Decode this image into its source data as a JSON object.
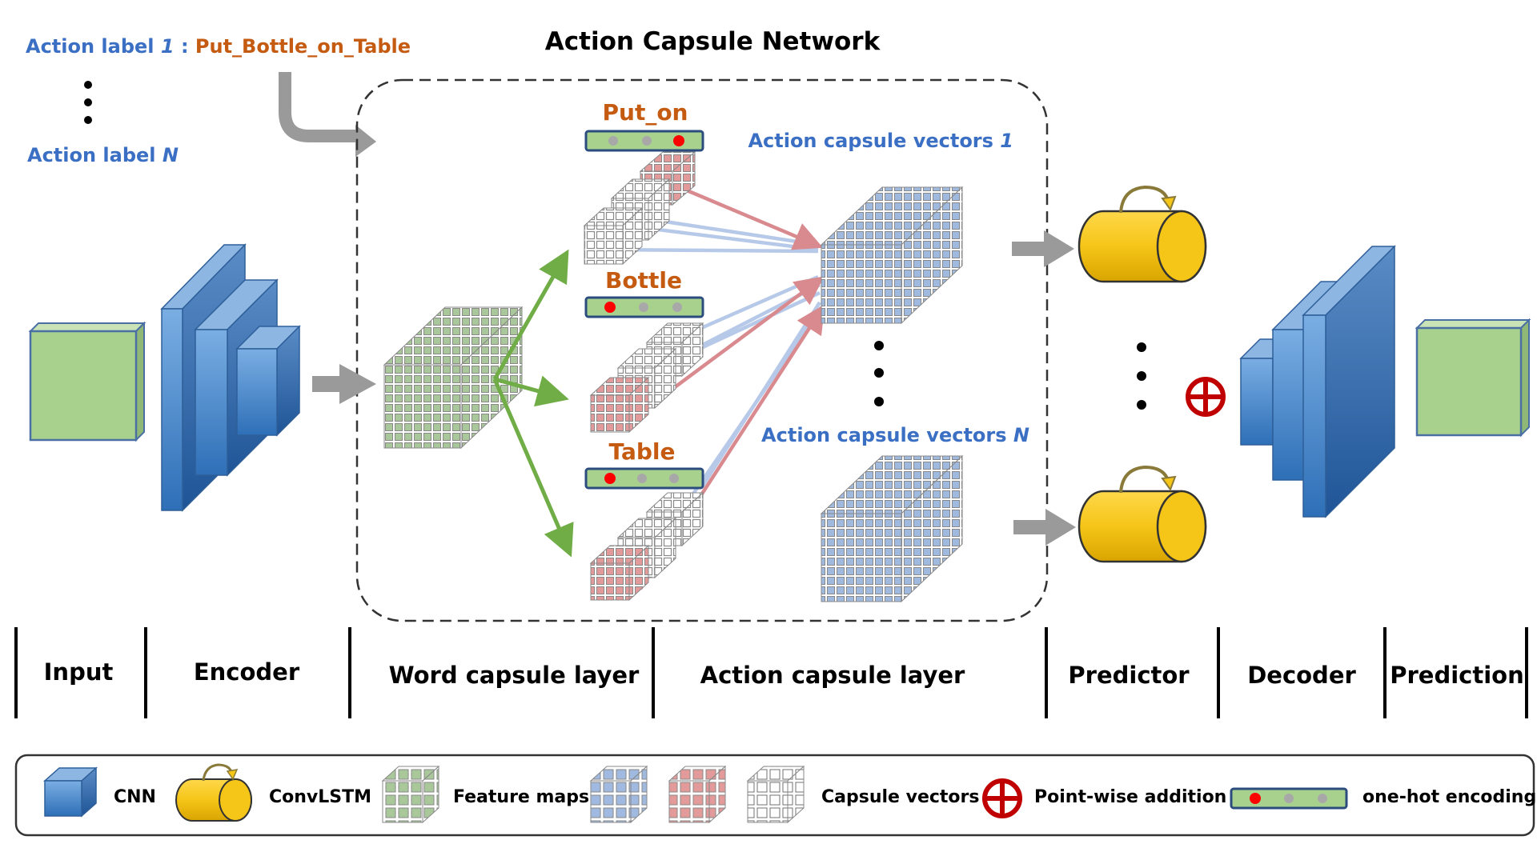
{
  "title": "Action Capsule Network",
  "action_label_top": {
    "prefix": "Action label ",
    "index": "1",
    "sep": " : ",
    "value": "Put_Bottle_on_Table"
  },
  "action_label_bottom": {
    "prefix": "Action label ",
    "index": "N"
  },
  "word_capsules": [
    "Put_on",
    "Bottle",
    "Table"
  ],
  "action_capsule_vectors_1": {
    "text": "Action capsule vectors ",
    "index": "1"
  },
  "action_capsule_vectors_n": {
    "text": "Action capsule vectors ",
    "index": "N"
  },
  "sections": [
    "Input",
    "Encoder",
    "Word capsule layer",
    "Action capsule layer",
    "Predictor",
    "Decoder",
    "Prediction"
  ],
  "legend": {
    "cnn": "CNN",
    "convlstm": "ConvLSTM",
    "feature_maps": "Feature maps",
    "capsule_vectors": "Capsule vectors",
    "pointwise_addition": "Point-wise addition",
    "onehot": "one-hot encoding"
  },
  "colors": {
    "blue_text": "#3a6fc4",
    "orange_text": "#c55a11",
    "cnn_blue": "#5b9bd5",
    "green": "#a9d18e",
    "gold": "#f5c518",
    "red": "#c00000",
    "arrow_green": "#70ad47"
  }
}
